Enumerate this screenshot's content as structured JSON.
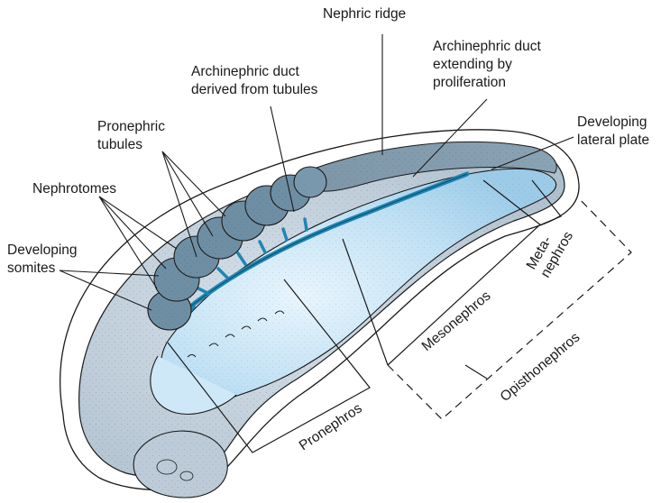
{
  "labels": {
    "nephric_ridge": "Nephric ridge",
    "arch_ext": [
      "Archinephric duct",
      "extending by",
      "proliferation"
    ],
    "arch_tub": [
      "Archinephric duct",
      "derived from tubules"
    ],
    "pronephric_tubules": [
      "Pronephric",
      "tubules"
    ],
    "nephrotomes": "Nephrotomes",
    "somites": [
      "Developing",
      "somites"
    ],
    "lateral_plate": [
      "Developing",
      "lateral plate"
    ],
    "metanephros": [
      "Meta-",
      "nephros"
    ],
    "mesonephros": "Mesonephros",
    "opisthonephros": "Opisthonephros",
    "pronephros": "Pronephros"
  },
  "colors": {
    "embryo_fill": "#c5d3de",
    "yolk_fill": "#cfe8f7",
    "somite_fill": "#6e8ea4",
    "duct": "#1f86b3",
    "outline": "#1a1a1a"
  }
}
